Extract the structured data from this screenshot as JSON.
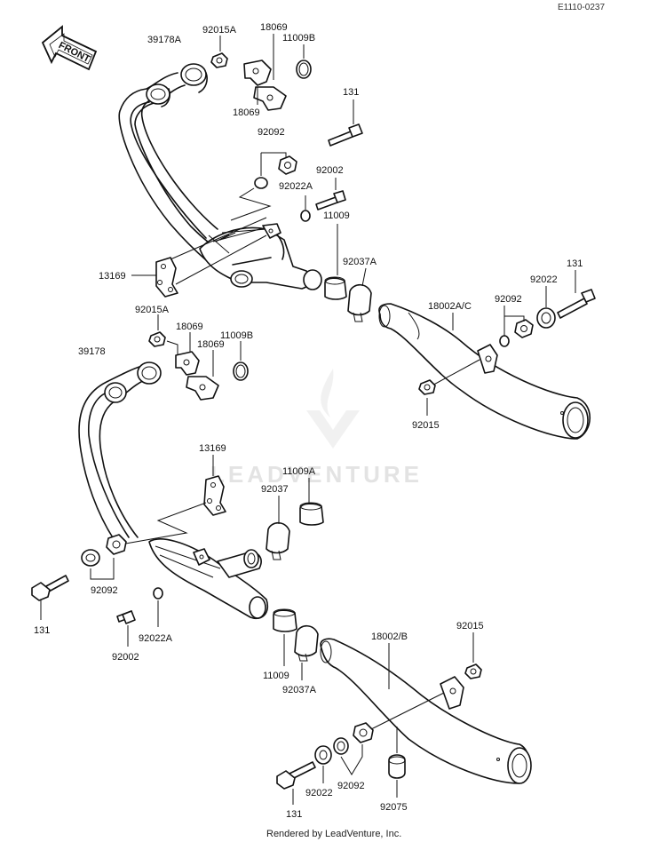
{
  "diagram": {
    "ref_code": "E1110-0237",
    "front_label": "FRONT",
    "footer": "Rendered by LeadVenture, Inc.",
    "watermark": "LEADVENTURE"
  },
  "labels": {
    "l39178A": "39178A",
    "l92015A_top": "92015A",
    "l18069_top": "18069",
    "l11009B_top": "11009B",
    "l18069_top2": "18069",
    "l131_top": "131",
    "l92092_top": "92092",
    "l92002_top": "92002",
    "l92022A_top": "92022A",
    "l11009_top": "11009",
    "l92037A_top": "92037A",
    "l13169_top": "13169",
    "l131_right": "131",
    "l92022_right": "92022",
    "l92092_right": "92092",
    "l18002AC": "18002A/C",
    "l92015A_mid": "92015A",
    "l18069_mid": "18069",
    "l18069_mid2": "18069",
    "l11009B_mid": "11009B",
    "l39178": "39178",
    "l92015_mid": "92015",
    "l13169_low": "13169",
    "l11009A": "11009A",
    "l92037": "92037",
    "l92092_left": "92092",
    "l131_left": "131",
    "l92022A_low": "92022A",
    "l92002_low": "92002",
    "l11009_low": "11009",
    "l92037A_low": "92037A",
    "l18002B": "18002/B",
    "l92015_low": "92015",
    "l131_bottom": "131",
    "l92022_bottom": "92022",
    "l92092_bottom": "92092",
    "l92075": "92075"
  }
}
